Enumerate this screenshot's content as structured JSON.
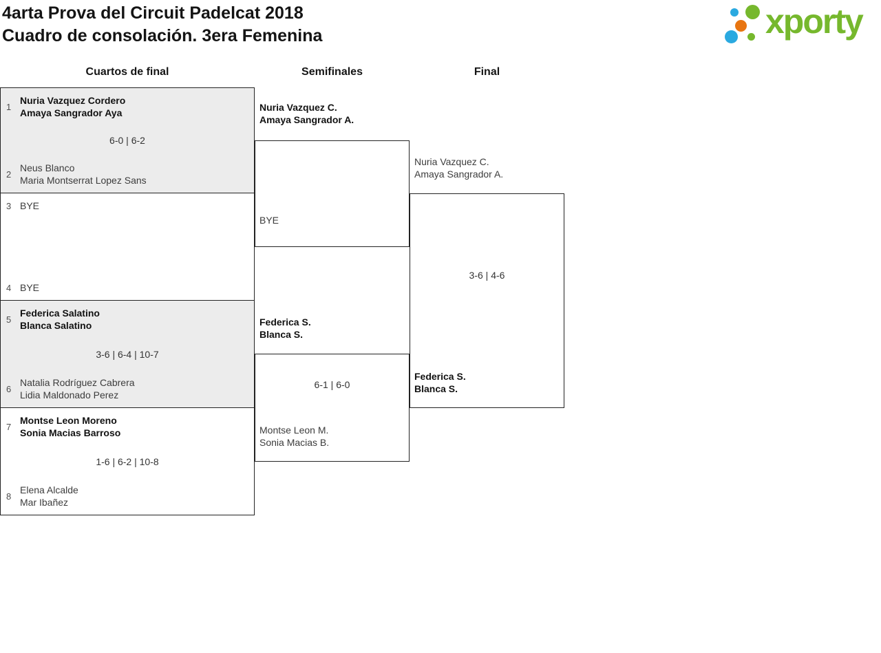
{
  "header": {
    "title_line1": "4arta Prova del Circuit Padelcat 2018",
    "title_line2": "Cuadro de consolación. 3era Femenina"
  },
  "logo": {
    "text": "xporty",
    "green": "#76b82d",
    "blue": "#2aa9e0",
    "orange": "#e87511"
  },
  "rounds": {
    "quarterfinals_label": "Cuartos de final",
    "semifinals_label": "Semifinales",
    "final_label": "Final"
  },
  "quarterfinals": [
    {
      "seed_top": "1",
      "top_line1": "Nuria Vazquez Cordero",
      "top_line2": "Amaya Sangrador Aya",
      "score": "6-0 | 6-2",
      "seed_bottom": "2",
      "bottom_line1": "Neus Blanco",
      "bottom_line2": "Maria Montserrat Lopez Sans"
    },
    {
      "seed_top": "3",
      "top_line1": "BYE",
      "top_line2": "",
      "score": "",
      "seed_bottom": "4",
      "bottom_line1": "BYE",
      "bottom_line2": ""
    },
    {
      "seed_top": "5",
      "top_line1": "Federica Salatino",
      "top_line2": "Blanca Salatino",
      "score": "3-6 | 6-4 | 10-7",
      "seed_bottom": "6",
      "bottom_line1": "Natalia Rodríguez Cabrera",
      "bottom_line2": "Lidia Maldonado Perez"
    },
    {
      "seed_top": "7",
      "top_line1": "Montse Leon Moreno",
      "top_line2": "Sonia Macias Barroso",
      "score": "1-6 | 6-2 | 10-8",
      "seed_bottom": "8",
      "bottom_line1": "Elena Alcalde",
      "bottom_line2": "Mar Ibañez"
    }
  ],
  "semifinals": [
    {
      "top_line1": "Nuria Vazquez C.",
      "top_line2": "Amaya Sangrador A.",
      "score": "",
      "bottom_line1": "BYE",
      "bottom_line2": ""
    },
    {
      "top_line1": "Federica S.",
      "top_line2": "Blanca S.",
      "score": "6-1 | 6-0",
      "bottom_line1": "Montse Leon M.",
      "bottom_line2": "Sonia Macias B."
    }
  ],
  "final": {
    "top_line1": "Nuria Vazquez C.",
    "top_line2": "Amaya Sangrador A.",
    "score": "3-6 | 4-6",
    "bottom_line1": "Federica S.",
    "bottom_line2": "Blanca S."
  },
  "colors": {
    "match_shaded_bg": "#ececec",
    "border": "#222222",
    "winner_text": "#121212",
    "loser_text": "#3c3c3c"
  }
}
